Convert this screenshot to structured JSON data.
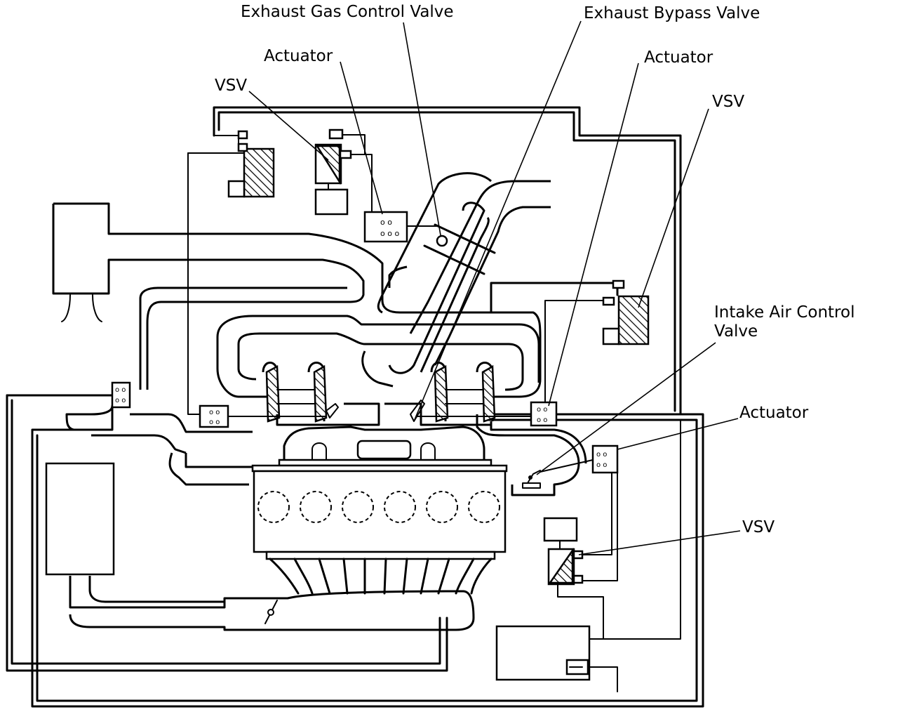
{
  "labels": {
    "exhaust_gas_control_valve": "Exhaust Gas Control Valve",
    "exhaust_bypass_valve": "Exhaust Bypass Valve",
    "actuator_left": "Actuator",
    "actuator_right": "Actuator",
    "actuator_intake": "Actuator",
    "vsv_left": "VSV",
    "vsv_right": "VSV",
    "vsv_bottom": "VSV",
    "intake_air_control_valve_line1": "Intake Air Control",
    "intake_air_control_valve_line2": "Valve"
  }
}
